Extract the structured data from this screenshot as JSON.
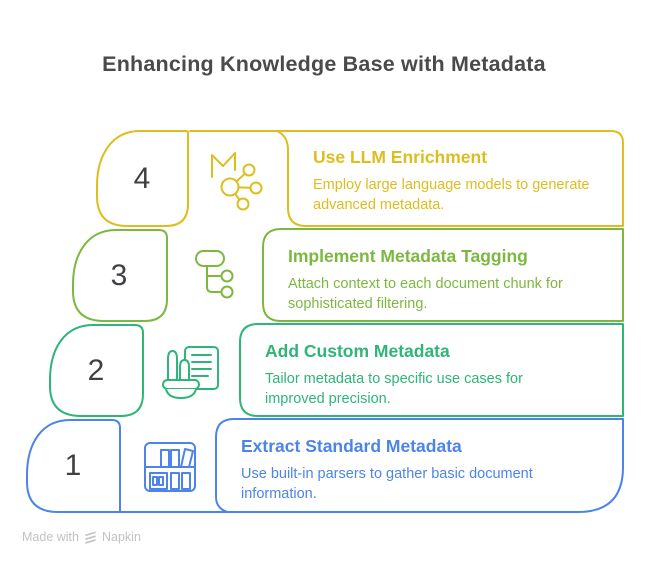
{
  "title": "Enhancing Knowledge Base with Metadata",
  "watermark": {
    "prefix": "Made with",
    "brand": "Napkin",
    "color": "#c2c2c2"
  },
  "steps": [
    {
      "number": "4",
      "title": "Use LLM Enrichment",
      "description": "Employ large language models to generate advanced metadata.",
      "icon": "book-network-icon",
      "color": "#dcbe1e"
    },
    {
      "number": "3",
      "title": "Implement Metadata Tagging",
      "description": "Attach context to each document chunk for sophisticated filtering.",
      "icon": "tag-hierarchy-icon",
      "color": "#7cb840"
    },
    {
      "number": "2",
      "title": "Add Custom Metadata",
      "description": "Tailor metadata to specific use cases for improved precision.",
      "icon": "plant-document-icon",
      "color": "#2eb577"
    },
    {
      "number": "1",
      "title": "Extract Standard Metadata",
      "description": "Use built-in parsers to gather basic document information.",
      "icon": "bookshelf-icon",
      "color": "#4c84e9"
    }
  ]
}
